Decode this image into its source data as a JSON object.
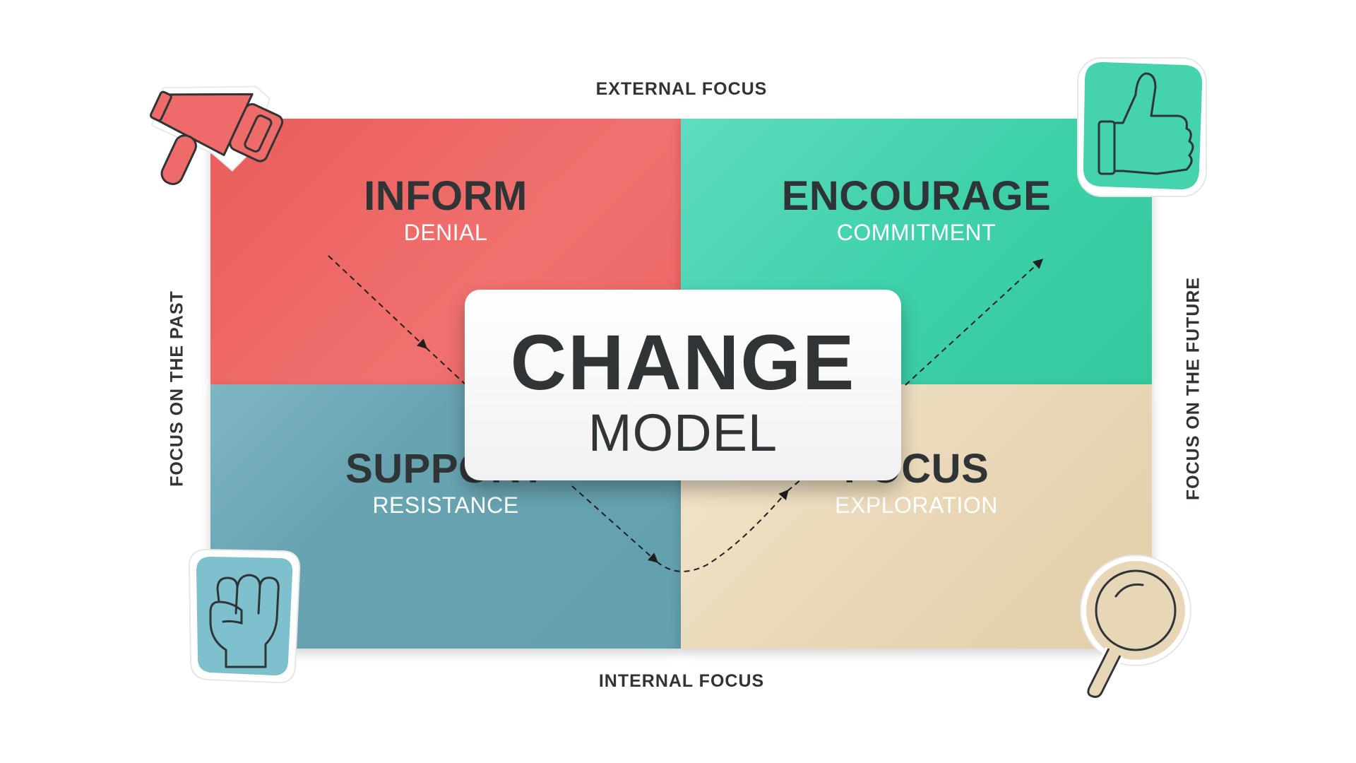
{
  "axes": {
    "top": "EXTERNAL FOCUS",
    "bottom": "INTERNAL FOCUS",
    "left": "FOCUS ON THE PAST",
    "right": "FOCUS ON THE FUTURE"
  },
  "center": {
    "title": "CHANGE",
    "subtitle": "MODEL"
  },
  "quadrants": [
    {
      "title": "INFORM",
      "subtitle": "DENIAL",
      "color": "#ef6b69",
      "icon": "megaphone-icon"
    },
    {
      "title": "ENCOURAGE",
      "subtitle": "COMMITMENT",
      "color": "#3fd1aa",
      "icon": "thumbs-up-icon"
    },
    {
      "title": "SUPPORT",
      "subtitle": "RESISTANCE",
      "color": "#65a2af",
      "icon": "fist-icon"
    },
    {
      "title": "FOCUS",
      "subtitle": "EXPLORATION",
      "color": "#e6d4b1",
      "icon": "magnifier-icon"
    }
  ],
  "colors": {
    "text": "#2f3436",
    "subtitle": "#ffffff",
    "flow_arrow": "#1f1f1f"
  }
}
